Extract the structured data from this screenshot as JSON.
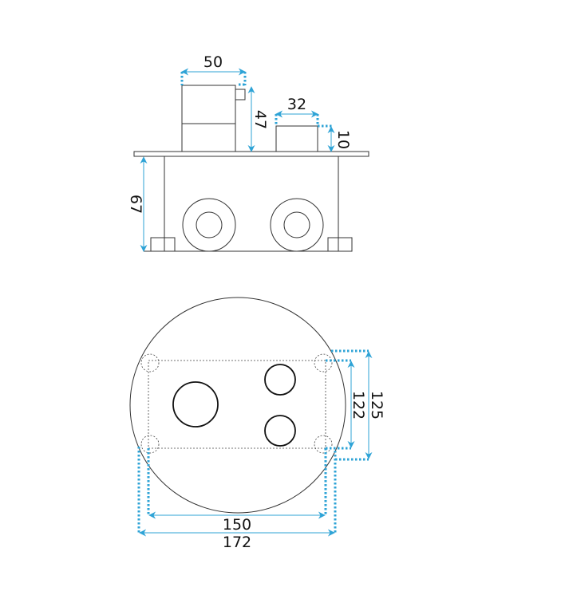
{
  "colors": {
    "dimension": "#2ea3d6",
    "outline": "#333333"
  },
  "side_view": {
    "dimensions": {
      "handle_width": "50",
      "handle_height": "47",
      "knob_width": "32",
      "knob_height": "10",
      "box_depth": "67"
    }
  },
  "top_view": {
    "dimensions": {
      "inner_height": "122",
      "outer_height": "125",
      "inner_width": "150",
      "outer_width": "172"
    }
  }
}
